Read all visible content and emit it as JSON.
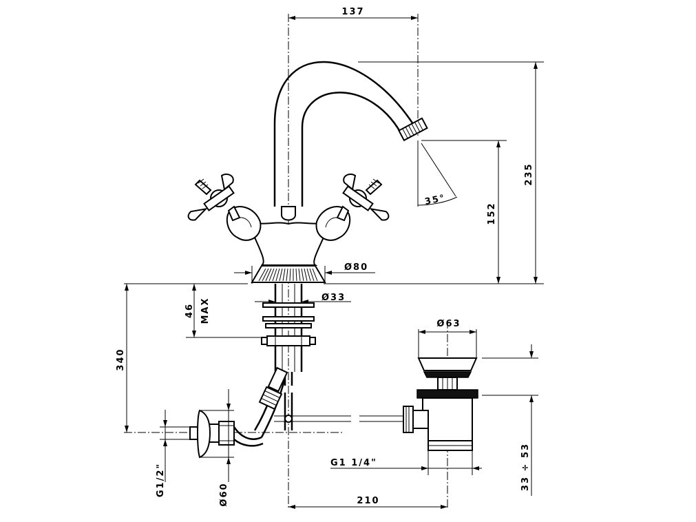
{
  "dimensions": {
    "spout_reach": "137",
    "total_height": "235",
    "spout_height": "152",
    "spout_angle": "35°",
    "base_diameter": "Ø80",
    "shank_diameter": "Ø33",
    "max_deck_thickness_value": "46",
    "max_deck_thickness_label": "MAX",
    "below_deck_length": "340",
    "waste_flange_diameter": "Ø63",
    "waste_thread": "G1 1/4\"",
    "waste_adjust_range": "33 ÷ 53",
    "inlet_thread": "G1/2\"",
    "inlet_rosette_diameter": "Ø60",
    "waste_distance": "210"
  }
}
